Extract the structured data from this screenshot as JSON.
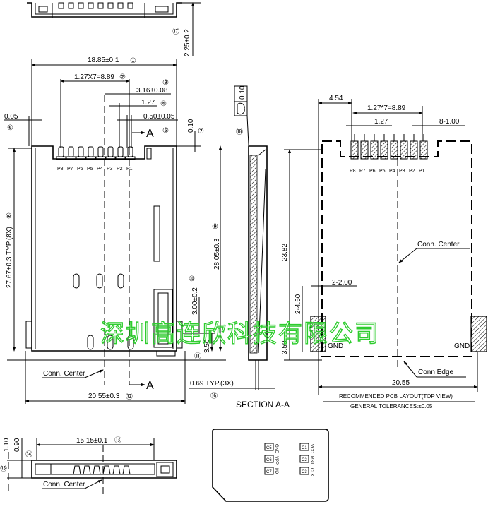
{
  "top_view": {
    "dim_height": "2.25±0.2",
    "ref": "⑰"
  },
  "main_view": {
    "dim_width": "18.85±0.1",
    "dim_width_ref": "①",
    "dim_pitch_total": "1.27X7=8.89",
    "dim_pitch_total_ref": "②",
    "dim_offset": "3.16±0.08",
    "dim_offset_ref": "③",
    "dim_pitch": "1.27",
    "dim_pitch_ref": "④",
    "dim_pin_width": "0.50±0.05",
    "dim_pin_width_ref": "⑤",
    "dim_gap": "0.05",
    "dim_gap_ref": "⑥",
    "dim_top": "0.10",
    "dim_top_ref": "⑦",
    "dim_left_height": "27.67±0.3 TYP.(8X)",
    "dim_left_height_ref": "⑧",
    "dim_right_height": "28.05±0.3",
    "dim_right_height_ref": "⑨",
    "dim_slot": "3.00±0.2",
    "dim_slot_ref": "⑩",
    "dim_bottom": "3.50",
    "dim_bottom_ref": "⑪",
    "dim_overall_width": "20.55±0.3",
    "dim_overall_width_ref": "⑫",
    "section_marker": "A",
    "conn_center": "Conn. Center",
    "pin_labels": [
      "P8",
      "P7",
      "P6",
      "P5",
      "P4",
      "P3",
      "P2",
      "P1"
    ]
  },
  "section": {
    "flatness": "0.10",
    "flatness_ref": "⑱",
    "dim_thickness": "0.69 TYP.(3X)",
    "dim_thickness_ref": "⑯",
    "title": "SECTION A-A"
  },
  "pcb_layout": {
    "dim_left": "4.54",
    "dim_pitch_total": "1.27*7=8.89",
    "dim_pitch": "1.27",
    "dim_pad": "8-1.00",
    "dim_height": "23.82",
    "dim_gnd_width": "2-2.00",
    "dim_gnd_height": "2-4.50",
    "dim_gnd_offset": "3.50",
    "conn_center": "Conn. Center",
    "conn_edge": "Conn Edge",
    "gnd_left": "GND",
    "gnd_right": "GND",
    "dim_width": "20.55",
    "title": "RECOMMENDED PCB LAYOUT(TOP VIEW)",
    "tolerances": "GENERAL TOLERANCES:±0.05",
    "pin_labels": [
      "P8",
      "P7",
      "P6",
      "P5",
      "P4",
      "P3",
      "P2",
      "P1"
    ]
  },
  "bottom_view": {
    "dim_height_a": "0.90",
    "dim_height_b": "1.10",
    "dim_length": "15.15±0.1",
    "dim_length_ref": "⑬",
    "ref_14": "⑭",
    "ref_15": "⑮",
    "conn_center": "Conn. Center"
  },
  "sim_card": {
    "contacts": [
      {
        "id": "C5",
        "label": "GND"
      },
      {
        "id": "C1",
        "label": "VCC"
      },
      {
        "id": "C6",
        "label": "VPP"
      },
      {
        "id": "C2",
        "label": "RST"
      },
      {
        "id": "C7",
        "label": "I/O"
      },
      {
        "id": "C3",
        "label": "CLK"
      }
    ]
  },
  "watermark": "深圳高连欣科技有限公司"
}
